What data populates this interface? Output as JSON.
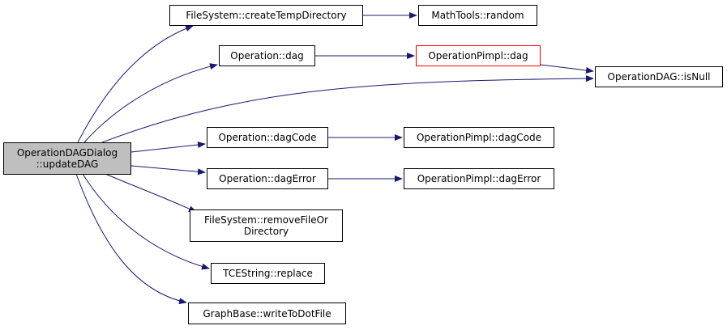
{
  "colors": {
    "edge": "#191970",
    "root_fill": "#bfbfbf",
    "highlight_border": "#ff0000",
    "node_border": "#000000"
  },
  "nodes": {
    "root": "OperationDAGDialog\n::updateDAG",
    "createTempDirectory": "FileSystem::createTempDirectory",
    "random": "MathTools::random",
    "operation_dag": "Operation::dag",
    "pimpl_dag": "OperationPimpl::dag",
    "isNull": "OperationDAG::isNull",
    "operation_dagCode": "Operation::dagCode",
    "pimpl_dagCode": "OperationPimpl::dagCode",
    "operation_dagError": "Operation::dagError",
    "pimpl_dagError": "OperationPimpl::dagError",
    "removeFileOrDirectory": "FileSystem::removeFileOr\nDirectory",
    "replace": "TCEString::replace",
    "writeToDotFile": "GraphBase::writeToDotFile"
  }
}
